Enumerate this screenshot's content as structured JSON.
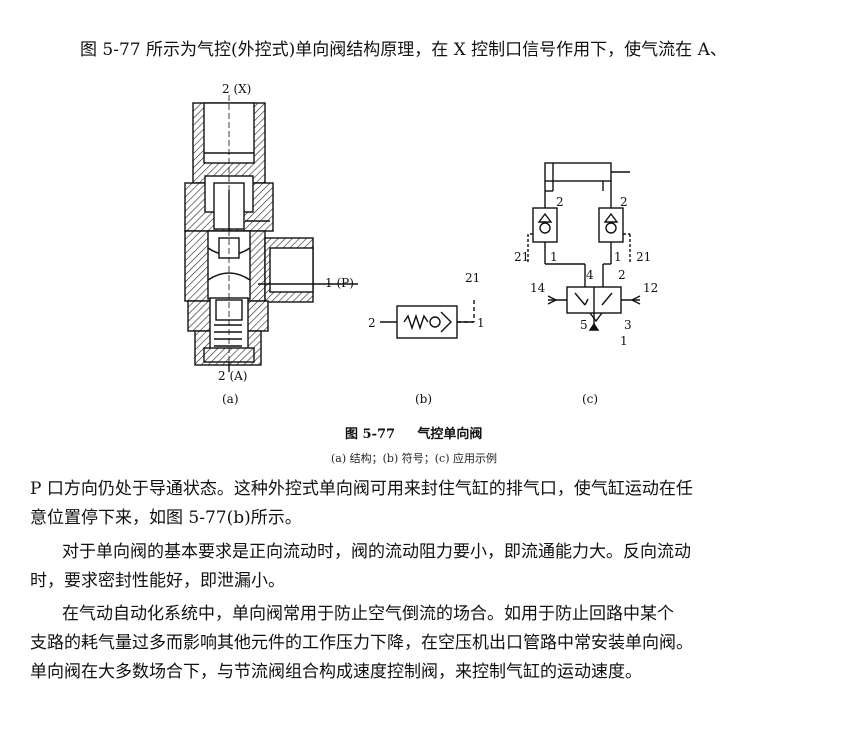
{
  "text": {
    "line1": "图 5-77 所示为气控(外控式)单向阀结构原理，在 X 控制口信号作用下，使气流在 A、",
    "line2": "P 口方向仍处于导通状态。这种外控式单向阀可用来封住气缸的排气口，使气缸运动在任",
    "line3": "意位置停下来，如图 5-77(b)所示。",
    "line4": "对于单向阀的基本要求是正向流动时，阀的流动阻力要小，即流通能力大。反向流动",
    "line5": "时，要求密封性能好，即泄漏小。",
    "line6": "在气动自动化系统中，单向阀常用于防止空气倒流的场合。如用于防止回路中某个",
    "line7": "支路的耗气量过多而影响其他元件的工作压力下降，在空压机出口管路中常安装单向阀。",
    "line8": "单向阀在大多数场合下，与节流阀组合构成速度控制阀，来控制气缸的运动速度。"
  },
  "figure": {
    "caption_number": "图 5-77",
    "caption_title": "气控单向阀",
    "subcaption": "(a) 结构；(b) 符号；(c) 应用示例",
    "panel_a": {
      "label": "(a)",
      "port_top": "2 (X)",
      "port_side": "1 (P)",
      "port_bottom": "2 (A)"
    },
    "panel_b": {
      "label": "(b)",
      "port_left": "2",
      "port_right": "1",
      "port_control": "21"
    },
    "panel_c": {
      "label": "(c)",
      "v1_top": "2",
      "v1_left": "21",
      "v1_bottom": "1",
      "v2_top": "2",
      "v2_right": "21",
      "v2_bottom": "1",
      "valve_4": "4",
      "valve_2": "2",
      "valve_14": "14",
      "valve_12": "12",
      "valve_5": "5",
      "valve_3": "3",
      "valve_1": "1"
    }
  }
}
